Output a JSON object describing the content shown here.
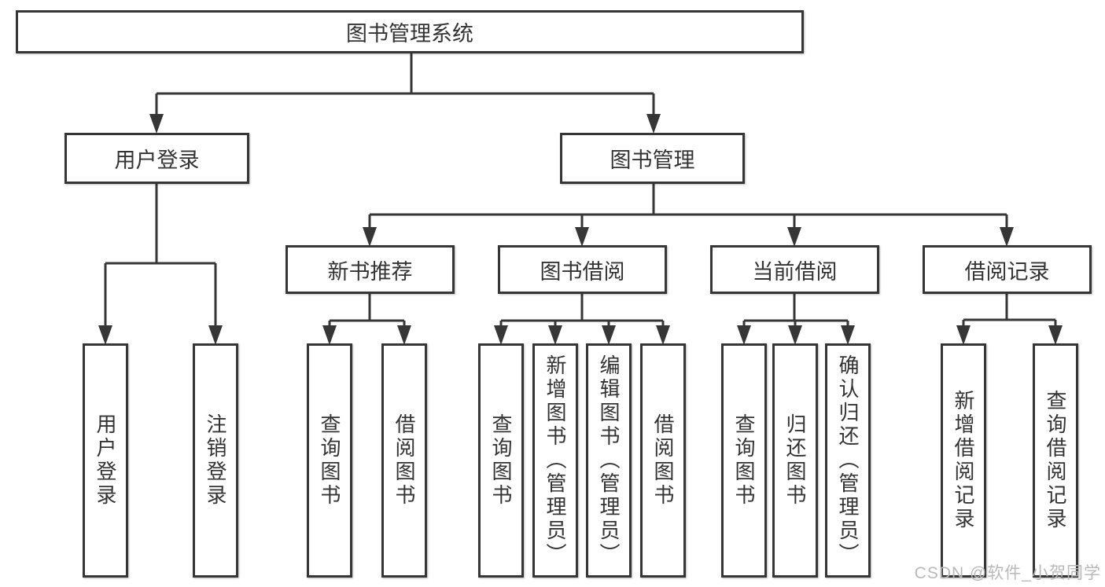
{
  "diagram": {
    "root": "图书管理系统",
    "level2": {
      "user_login": "用户登录",
      "book_mgmt": "图书管理"
    },
    "level3": {
      "new_books": "新书推荐",
      "book_borrow": "图书借阅",
      "current_borrow": "当前借阅",
      "borrow_records": "借阅记录"
    },
    "leaves": {
      "login": [
        "用户登录",
        "注销登录"
      ],
      "new_books": [
        "查询图书",
        "借阅图书"
      ],
      "book_borrow": [
        "查询图书",
        "新增图书（管理员）",
        "编辑图书（管理员）",
        "借阅图书"
      ],
      "current_borrow": [
        "查询图书",
        "归还图书",
        "确认归还（管理员）"
      ],
      "borrow_records": [
        "新增借阅记录",
        "查询借阅记录"
      ]
    },
    "watermark": "CSDN @软件_小贺同学",
    "colors": {
      "line": "#363636",
      "text": "#333333",
      "watermark": "#b9b9b9",
      "background": "#ffffff"
    }
  }
}
